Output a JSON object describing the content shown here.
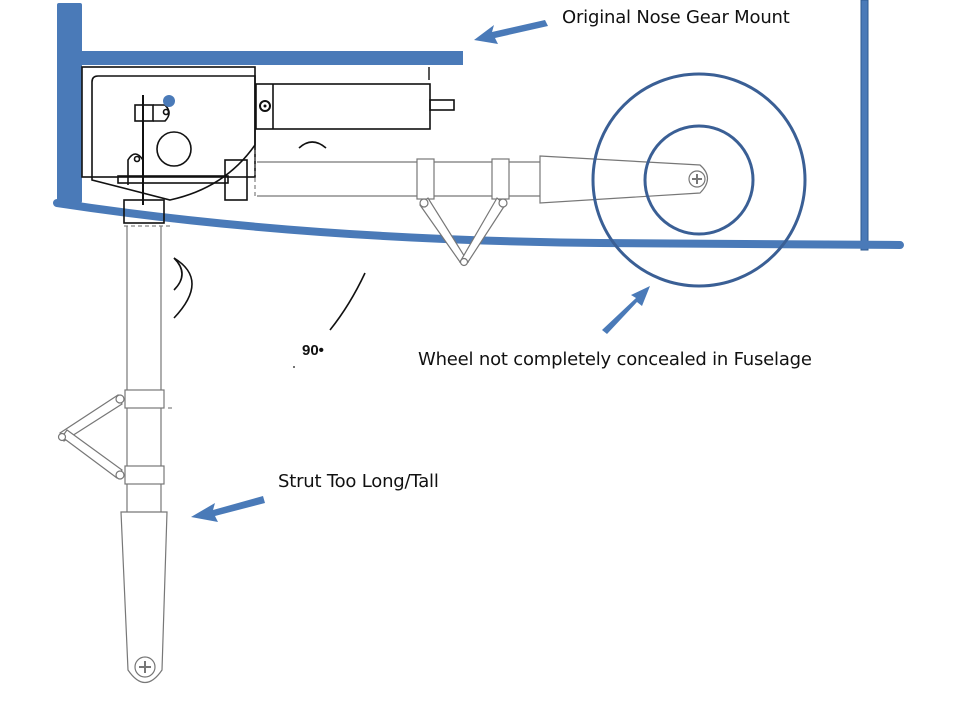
{
  "diagram": {
    "title": "Nose gear retraction layout",
    "annotations": {
      "mount": "Original Nose Gear Mount",
      "wheel": "Wheel not completely concealed in Fuselage",
      "strut": "Strut Too Long/Tall"
    },
    "angle_label": "90•",
    "colors": {
      "fuselage": "#4a7ab8",
      "wheel": "#3a5f95",
      "arrow": "#4a7ab8",
      "linework": "#111111",
      "strut_lines": "#777777"
    },
    "icons": [
      "arrow-icon",
      "wheel-icon",
      "bolt-icon"
    ]
  }
}
